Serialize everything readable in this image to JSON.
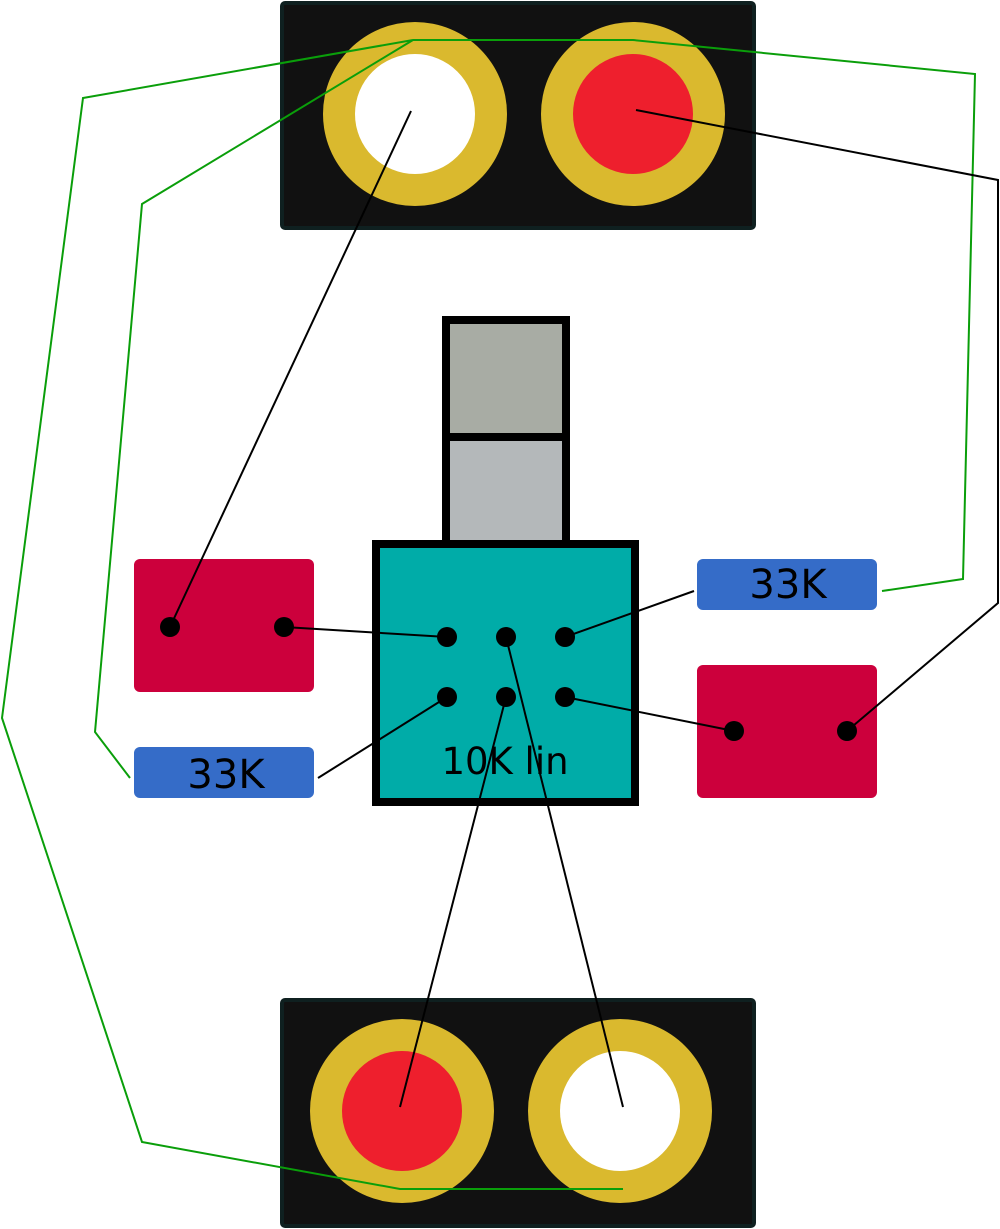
{
  "colors": {
    "jack_panel": "#111111",
    "jack_panel_border": "#0f2020",
    "jack_ring": "#dab92e",
    "jack_white": "#ffffff",
    "jack_red": "#ee1f2d",
    "resistor_red": "#cc003c",
    "resistor_blue": "#356cc8",
    "pot_body": "#00aca8",
    "pot_shaft_top": "#a8aca4",
    "pot_shaft_bottom": "#b4b8ba",
    "pot_outline": "#000000",
    "wire_black": "#000000",
    "wire_green": "#0a9e0a",
    "pin": "#000000"
  },
  "resistors": {
    "left_bottom_label": "33K",
    "right_top_label": "33K"
  },
  "potentiometer": {
    "label": "10K lin"
  }
}
